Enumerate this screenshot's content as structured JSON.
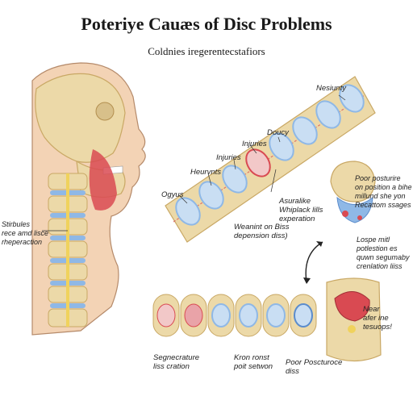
{
  "title": "Poteriye Cauæs of Disc Problems",
  "subtitle": "Coldnies iregerentecstafiors",
  "labels": {
    "neck_left": "Stirbules\nrece amd lisce\nrheperaction",
    "nesiunty": "Nesiunty",
    "doucy": "Doucy",
    "injuries_1": "Injuries",
    "injuries_2": "Injuries",
    "heurvnts": "Heurvnts",
    "ogyus": "Ogyus",
    "asuralike": "Asuralike\nWhiplack lills\nexperation",
    "weanint": "Weanint on Biss\ndepension diss)",
    "poor_posture_top": "Poor posturire\non position a bihe\nmillund she yon\nRecattom ssages",
    "lospe": "Lospe mitl\npotlestion es\nquwn segumaby\ncrenlation liiss",
    "near": "Near\nafer ine\ntesuops!",
    "segnecrature": "Segnecrature\nliss cration",
    "kron": "Kron ronst\npoit setwon",
    "poor_posture_bottom": "Poor Poscturoce\ndiss"
  },
  "colors": {
    "bone": "#ecd9a8",
    "bone_dark": "#c9a865",
    "skin": "#f3d3b5",
    "muscle": "#d94a52",
    "disc_blue": "#8fb8e6",
    "disc_core": "#c9def3",
    "nerve_yellow": "#f0d25c"
  }
}
